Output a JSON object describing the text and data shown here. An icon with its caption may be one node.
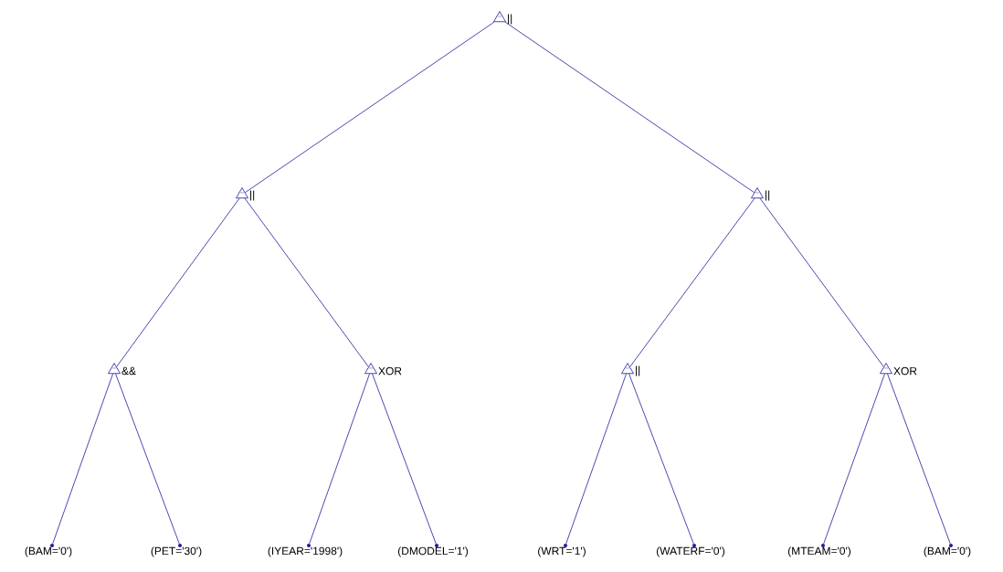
{
  "diagram": {
    "nodes": [
      {
        "text": [
          "||"
        ]
      },
      {
        "text": [
          "||"
        ]
      },
      {
        "text": [
          "||"
        ]
      },
      {
        "text": [
          "&&"
        ]
      },
      {
        "text": [
          "XOR"
        ]
      },
      {
        "text": [
          "||"
        ]
      },
      {
        "text": [
          "XOR"
        ]
      },
      {
        "text": [
          "(BAM='0')"
        ]
      },
      {
        "text": [
          "(PET='30')"
        ]
      },
      {
        "text": [
          "(IYEAR='1998')"
        ]
      },
      {
        "text": [
          "(DMODEL='1')"
        ]
      },
      {
        "text": [
          "(WRT='1')"
        ]
      },
      {
        "text": [
          "(WATERF='0')"
        ]
      },
      {
        "text": [
          "(MTEAM='0')"
        ]
      },
      {
        "text": [
          "(BAM='0')"
        ]
      }
    ],
    "edges": [
      {
        "from": 0,
        "to": 1,
        "arrow": "none"
      },
      {
        "from": 0,
        "to": 2,
        "arrow": "none"
      },
      {
        "from": 1,
        "to": 3,
        "arrow": "none"
      },
      {
        "from": 1,
        "to": 4,
        "arrow": "none"
      },
      {
        "from": 2,
        "to": 5,
        "arrow": "none"
      },
      {
        "from": 2,
        "to": 6,
        "arrow": "none"
      },
      {
        "from": 3,
        "to": 7,
        "arrow": "none"
      },
      {
        "from": 3,
        "to": 8,
        "arrow": "none"
      },
      {
        "from": 4,
        "to": 9,
        "arrow": "none"
      },
      {
        "from": 4,
        "to": 10,
        "arrow": "none"
      },
      {
        "from": 5,
        "to": 11,
        "arrow": "none"
      },
      {
        "from": 5,
        "to": 12,
        "arrow": "none"
      },
      {
        "from": 6,
        "to": 13,
        "arrow": "none"
      },
      {
        "from": 6,
        "to": 14,
        "arrow": "none"
      }
    ]
  }
}
